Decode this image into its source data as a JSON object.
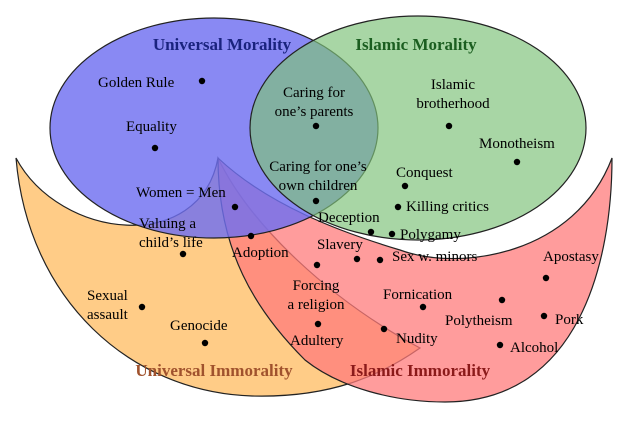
{
  "regions": {
    "universal_morality": {
      "title": "Universal Morality",
      "color": "#1a237e",
      "fill": "#6f6ff0"
    },
    "islamic_morality": {
      "title": "Islamic Morality",
      "color": "#1b5e20",
      "fill": "#7fc27a"
    },
    "universal_immorality": {
      "title": "Universal Immorality",
      "color": "#a0522d",
      "fill": "#ffc77a"
    },
    "islamic_immorality": {
      "title": "Islamic Immorality",
      "color": "#8b1a1a",
      "fill": "#ff7b7b"
    }
  },
  "items": [
    {
      "id": "golden-rule",
      "lines": [
        "Golden Rule"
      ]
    },
    {
      "id": "equality",
      "lines": [
        "Equality"
      ]
    },
    {
      "id": "women-equal-men",
      "lines": [
        "Women = Men"
      ]
    },
    {
      "id": "valuing-child-life",
      "lines": [
        "Valuing a",
        "child’s life"
      ]
    },
    {
      "id": "caring-parents",
      "lines": [
        "Caring for",
        "one’s parents"
      ]
    },
    {
      "id": "caring-children",
      "lines": [
        "Caring for one’s",
        "own children"
      ]
    },
    {
      "id": "islamic-brotherhood",
      "lines": [
        "Islamic",
        "brotherhood"
      ]
    },
    {
      "id": "monotheism",
      "lines": [
        "Monotheism"
      ]
    },
    {
      "id": "conquest",
      "lines": [
        "Conquest"
      ]
    },
    {
      "id": "killing-critics",
      "lines": [
        "Killing critics"
      ]
    },
    {
      "id": "deception",
      "lines": [
        "Deception"
      ]
    },
    {
      "id": "polygamy",
      "lines": [
        "Polygamy"
      ]
    },
    {
      "id": "slavery",
      "lines": [
        "Slavery"
      ]
    },
    {
      "id": "sex-minors",
      "lines": [
        "Sex w. minors"
      ]
    },
    {
      "id": "adoption",
      "lines": [
        "Adoption"
      ]
    },
    {
      "id": "forcing-religion",
      "lines": [
        "Forcing",
        "a religion"
      ]
    },
    {
      "id": "adultery",
      "lines": [
        "Adultery"
      ]
    },
    {
      "id": "sexual-assault",
      "lines": [
        "Sexual",
        "assault"
      ]
    },
    {
      "id": "genocide",
      "lines": [
        "Genocide"
      ]
    },
    {
      "id": "fornication",
      "lines": [
        "Fornication"
      ]
    },
    {
      "id": "nudity",
      "lines": [
        "Nudity"
      ]
    },
    {
      "id": "polytheism",
      "lines": [
        "Polytheism"
      ]
    },
    {
      "id": "pork",
      "lines": [
        "Pork"
      ]
    },
    {
      "id": "alcohol",
      "lines": [
        "Alcohol"
      ]
    },
    {
      "id": "apostasy",
      "lines": [
        "Apostasy"
      ]
    }
  ]
}
